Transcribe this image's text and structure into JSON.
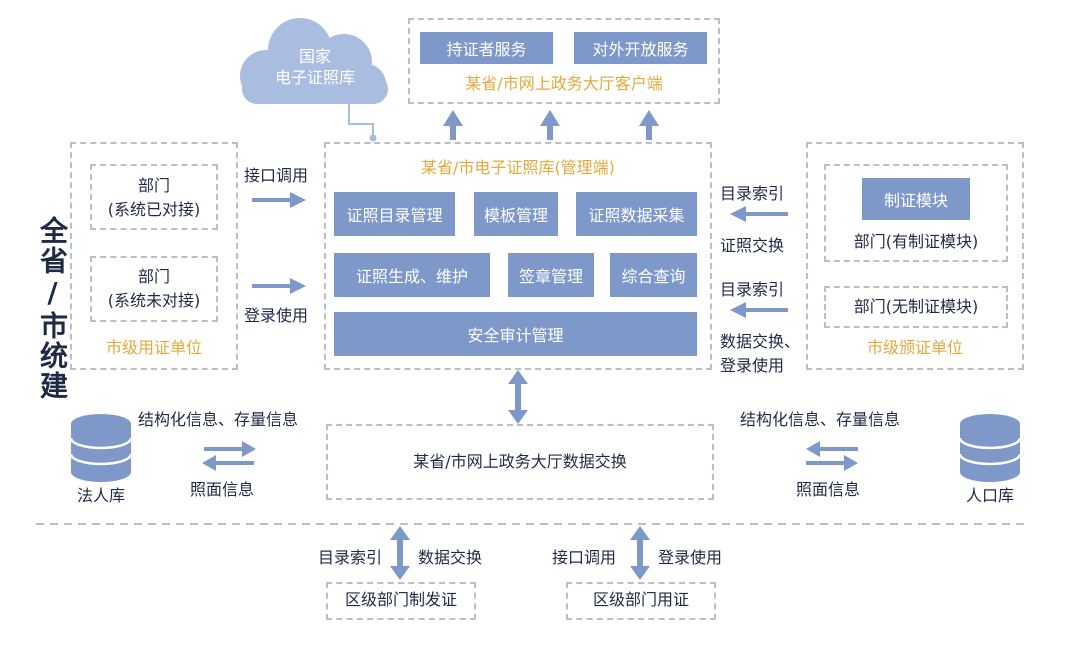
{
  "cloud": {
    "line1": "国家",
    "line2": "电子证照库"
  },
  "top_client": {
    "btn1": "持证者服务",
    "btn2": "对外开放服务",
    "caption": "某省/市网上政务大厅客户端"
  },
  "vertical_title": "全省/市统建",
  "left_panel": {
    "dept1": {
      "line1": "部门",
      "line2": "(系统已对接)"
    },
    "dept2": {
      "line1": "部门",
      "line2": "(系统未对接)"
    },
    "caption": "市级用证单位"
  },
  "left_arrows": {
    "top": "接口调用",
    "bottom": "登录使用"
  },
  "center": {
    "title": "某省/市电子证照库(管理端)",
    "m1": "证照目录管理",
    "m2": "模板管理",
    "m3": "证照数据采集",
    "m4": "证照生成、维护",
    "m5": "签章管理",
    "m6": "综合查询",
    "m7": "安全审计管理"
  },
  "right_arrows": {
    "a1l1": "目录索引",
    "a1l2": "证照交换",
    "a2l1": "目录索引",
    "a2l2": "数据交换、",
    "a2l3": "登录使用"
  },
  "right_panel": {
    "module_btn": "制证模块",
    "dept1": "部门(有制证模块)",
    "dept2": "部门(无制证模块)",
    "caption": "市级颁证单位"
  },
  "exchange": {
    "title": "某省/市网上政务大厅数据交换",
    "left_top": "结构化信息、存量信息",
    "left_bottom": "照面信息",
    "right_top": "结构化信息、存量信息",
    "right_bottom": "照面信息",
    "left_db": "法人库",
    "right_db": "人口库"
  },
  "bottom": {
    "l_left": "目录索引",
    "l_right": "数据交换",
    "l_box": "区级部门制发证",
    "r_left": "接口调用",
    "r_right": "登录使用",
    "r_box": "区级部门用证"
  },
  "colors": {
    "box_fill": "#7d98c9",
    "arrow": "#7d98c9",
    "accent_text": "#e3a93b",
    "dash": "#b9bec8",
    "text": "#1f2b45"
  },
  "icons": {
    "cloud": "cloud-icon",
    "database": "database-icon",
    "arrow": "arrow-icon"
  }
}
